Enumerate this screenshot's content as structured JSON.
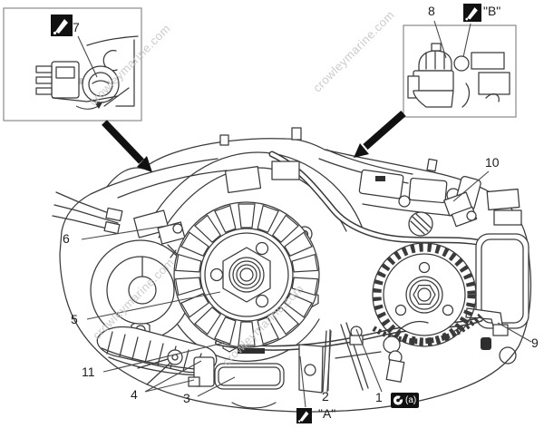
{
  "watermark": {
    "text": "crowleymarine.com"
  },
  "callouts": {
    "n1": "1",
    "n2": "2",
    "n3": "3",
    "n4": "4",
    "n5": "5",
    "n6": "6",
    "n7": "7",
    "n8": "8",
    "n9": "9",
    "n10": "10",
    "n11": "11"
  },
  "labels": {
    "a": "\"A\"",
    "b": "\"B\"",
    "wrench_ref": "(a)"
  },
  "icons": {
    "sealant": "apply-sealant-icon",
    "wrench": "wrench-icon"
  },
  "colors": {
    "line": "#3a3a3a",
    "watermark": "#c3c3c3",
    "badge_bg": "#111111",
    "inset_border": "#8a8a8a"
  }
}
